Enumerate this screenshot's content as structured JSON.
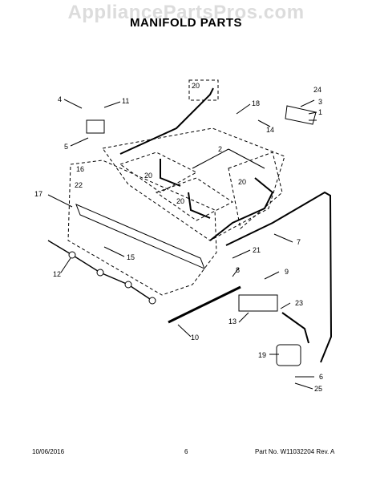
{
  "watermark": "AppliancePartsPros.com",
  "title": "MANIFOLD PARTS",
  "callouts": [
    "4",
    "11",
    "5",
    "20",
    "18",
    "24",
    "3",
    "1",
    "14",
    "2",
    "16",
    "20",
    "20",
    "22",
    "20",
    "17",
    "7",
    "15",
    "21",
    "12",
    "8",
    "9",
    "23",
    "13",
    "10",
    "19",
    "6",
    "25"
  ],
  "footer": {
    "date": "10/06/2016",
    "page": "6",
    "part_no": "Part No. W11032204  Rev. A"
  }
}
